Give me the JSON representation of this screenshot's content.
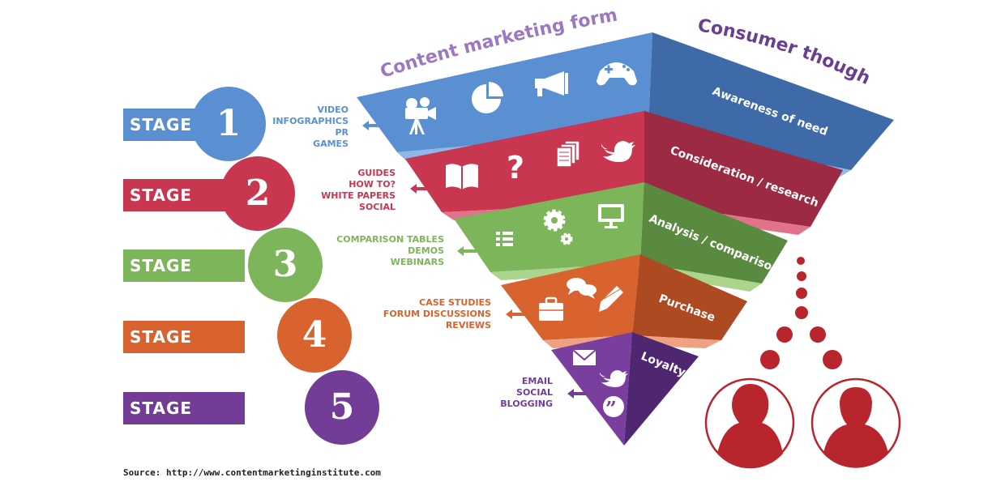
{
  "headings": {
    "formats": "Content marketing formats",
    "thoughts": "Consumer thoughts"
  },
  "colors": {
    "blue": "#5a8fd1",
    "red": "#c8374f",
    "green": "#7db55a",
    "orange": "#d8632f",
    "purple": "#733d97",
    "heading_formats": "#9b78bf",
    "heading_thoughts": "#6a3f92",
    "dots": "#b8252c"
  },
  "stages": [
    {
      "label": "STAGE",
      "number": "1",
      "color": "#5a8fd1",
      "formats": [
        "VIDEO",
        "INFOGRAPHICS",
        "PR",
        "GAMES"
      ],
      "thought": "Awareness of need",
      "icons": [
        "video-camera-icon",
        "pie-chart-icon",
        "megaphone-icon",
        "gamepad-icon"
      ]
    },
    {
      "label": "STAGE",
      "number": "2",
      "color": "#c8374f",
      "formats": [
        "GUIDES",
        "HOW TO?",
        "WHITE PAPERS",
        "SOCIAL"
      ],
      "thought": "Consideration / research",
      "icons": [
        "book-icon",
        "question-icon",
        "documents-icon",
        "twitter-icon"
      ]
    },
    {
      "label": "STAGE",
      "number": "3",
      "color": "#7db55a",
      "formats": [
        "COMPARISON TABLES",
        "DEMOS",
        "WEBINARS"
      ],
      "thought": "Analysis / comparison",
      "icons": [
        "list-icon",
        "gears-icon",
        "monitor-icon"
      ]
    },
    {
      "label": "STAGE",
      "number": "4",
      "color": "#d8632f",
      "formats": [
        "CASE STUDIES",
        "FORUM DISCUSSIONS",
        "REVIEWS"
      ],
      "thought": "Purchase",
      "icons": [
        "briefcase-icon",
        "chat-bubbles-icon",
        "pencil-icon"
      ]
    },
    {
      "label": "STAGE",
      "number": "5",
      "color": "#733d97",
      "formats": [
        "EMAIL",
        "SOCIAL",
        "BLOGGING"
      ],
      "thought": "Loyalty",
      "icons": [
        "envelope-icon",
        "twitter-icon",
        "quote-icon"
      ]
    }
  ],
  "source": "Source: http://www.contentmarketinginstitute.com"
}
